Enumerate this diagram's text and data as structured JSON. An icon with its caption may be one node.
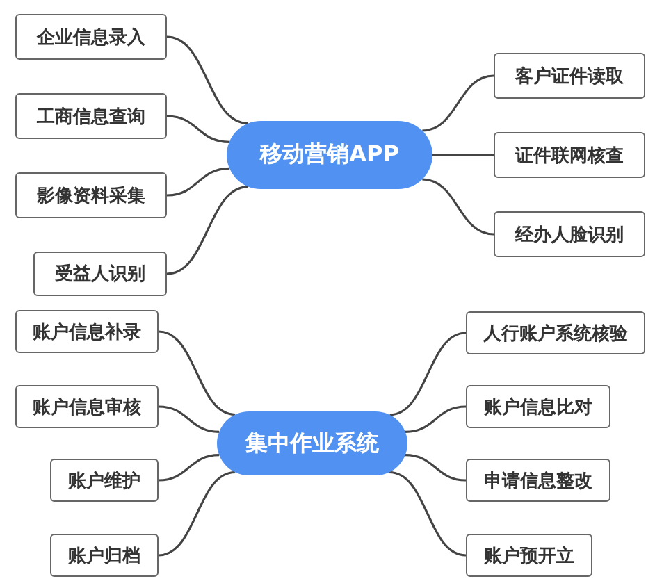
{
  "diagram": {
    "nodes": [
      {
        "text": [
          "移动营销APP"
        ]
      },
      {
        "text": [
          "企业信息录入"
        ]
      },
      {
        "text": [
          "工商信息查询"
        ]
      },
      {
        "text": [
          "影像资料采集"
        ]
      },
      {
        "text": [
          "受益人识别"
        ]
      },
      {
        "text": [
          "客户证件读取"
        ]
      },
      {
        "text": [
          "证件联网核查"
        ]
      },
      {
        "text": [
          "经办人脸识别"
        ]
      },
      {
        "text": [
          "集中作业系统"
        ]
      },
      {
        "text": [
          "账户信息补录"
        ]
      },
      {
        "text": [
          "账户信息审核"
        ]
      },
      {
        "text": [
          "账户维护"
        ]
      },
      {
        "text": [
          "账户归档"
        ]
      },
      {
        "text": [
          "人行账户系统核验"
        ]
      },
      {
        "text": [
          "账户信息比对"
        ]
      },
      {
        "text": [
          "申请信息整改"
        ]
      },
      {
        "text": [
          "账户预开立"
        ]
      }
    ],
    "edges": [
      {
        "from": 0,
        "to": 1,
        "arrow": "none"
      },
      {
        "from": 0,
        "to": 2,
        "arrow": "none"
      },
      {
        "from": 0,
        "to": 3,
        "arrow": "none"
      },
      {
        "from": 0,
        "to": 4,
        "arrow": "none"
      },
      {
        "from": 0,
        "to": 5,
        "arrow": "none"
      },
      {
        "from": 0,
        "to": 6,
        "arrow": "none"
      },
      {
        "from": 0,
        "to": 7,
        "arrow": "none"
      },
      {
        "from": 8,
        "to": 9,
        "arrow": "none"
      },
      {
        "from": 8,
        "to": 10,
        "arrow": "none"
      },
      {
        "from": 8,
        "to": 11,
        "arrow": "none"
      },
      {
        "from": 8,
        "to": 12,
        "arrow": "none"
      },
      {
        "from": 8,
        "to": 13,
        "arrow": "none"
      },
      {
        "from": 8,
        "to": 14,
        "arrow": "none"
      },
      {
        "from": 8,
        "to": 15,
        "arrow": "none"
      },
      {
        "from": 8,
        "to": 16,
        "arrow": "none"
      }
    ]
  }
}
